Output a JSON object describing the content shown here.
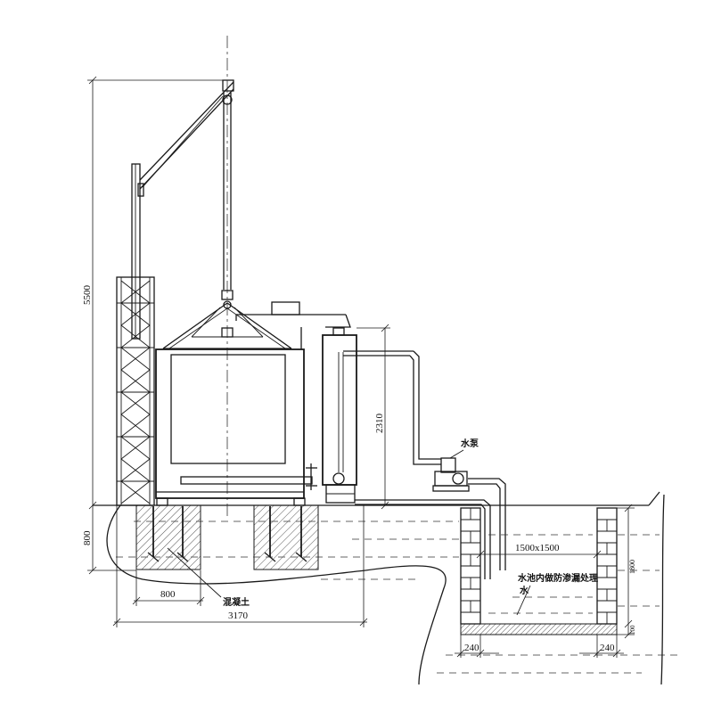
{
  "dimensions": {
    "total_height": "5500",
    "tank_height": "2310",
    "foundation_depth": "800",
    "footing_width": "800",
    "overall_width": "3170",
    "pool_size": "1500x1500",
    "wall_left": "240",
    "wall_right": "240",
    "pool_depth": "1800",
    "floor_thickness": "100"
  },
  "labels": {
    "pump": "水泵",
    "concrete": "混凝土",
    "pool_note": "水池内做防渗漏处理",
    "water": "水"
  },
  "colors": {
    "line": "#1a1a1a",
    "hatch": "#555555"
  }
}
